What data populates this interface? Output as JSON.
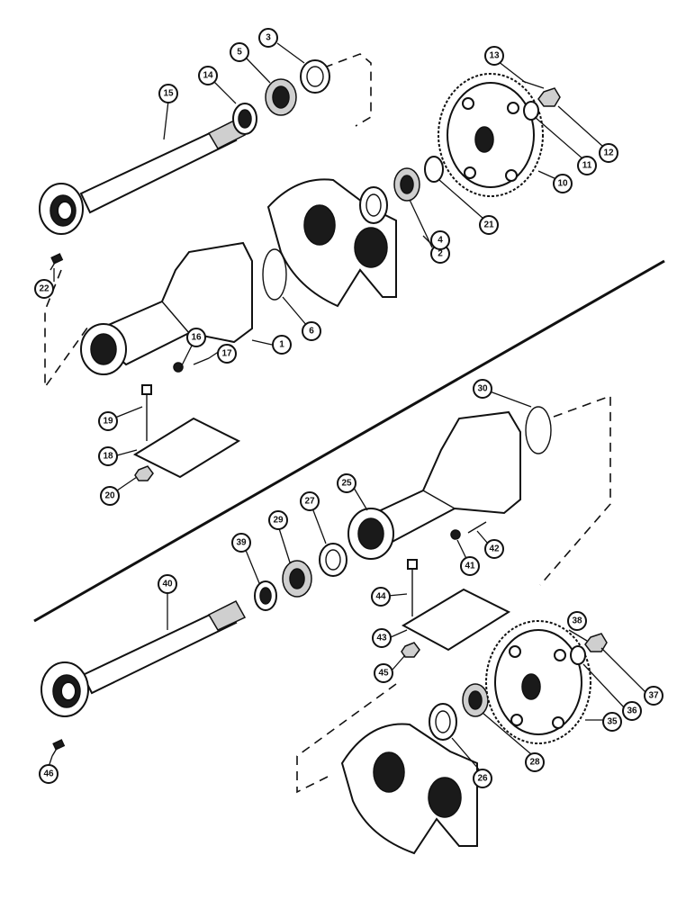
{
  "callouts": [
    {
      "id": "1",
      "label": "1"
    },
    {
      "id": "2",
      "label": "2"
    },
    {
      "id": "3",
      "label": "3"
    },
    {
      "id": "4",
      "label": "4"
    },
    {
      "id": "5",
      "label": "5"
    },
    {
      "id": "6",
      "label": "6"
    },
    {
      "id": "10",
      "label": "10"
    },
    {
      "id": "11",
      "label": "11"
    },
    {
      "id": "12",
      "label": "12"
    },
    {
      "id": "13",
      "label": "13"
    },
    {
      "id": "14",
      "label": "14"
    },
    {
      "id": "15",
      "label": "15"
    },
    {
      "id": "16",
      "label": "16"
    },
    {
      "id": "17",
      "label": "17"
    },
    {
      "id": "18",
      "label": "18"
    },
    {
      "id": "19",
      "label": "19"
    },
    {
      "id": "20",
      "label": "20"
    },
    {
      "id": "21",
      "label": "21"
    },
    {
      "id": "22",
      "label": "22"
    },
    {
      "id": "25",
      "label": "25"
    },
    {
      "id": "26",
      "label": "26"
    },
    {
      "id": "27",
      "label": "27"
    },
    {
      "id": "28",
      "label": "28"
    },
    {
      "id": "29",
      "label": "29"
    },
    {
      "id": "30",
      "label": "30"
    },
    {
      "id": "35",
      "label": "35"
    },
    {
      "id": "36",
      "label": "36"
    },
    {
      "id": "37",
      "label": "37"
    },
    {
      "id": "38",
      "label": "38"
    },
    {
      "id": "39",
      "label": "39"
    },
    {
      "id": "40",
      "label": "40"
    },
    {
      "id": "41",
      "label": "41"
    },
    {
      "id": "42",
      "label": "42"
    },
    {
      "id": "43",
      "label": "43"
    },
    {
      "id": "44",
      "label": "44"
    },
    {
      "id": "45",
      "label": "45"
    },
    {
      "id": "46",
      "label": "46"
    }
  ]
}
